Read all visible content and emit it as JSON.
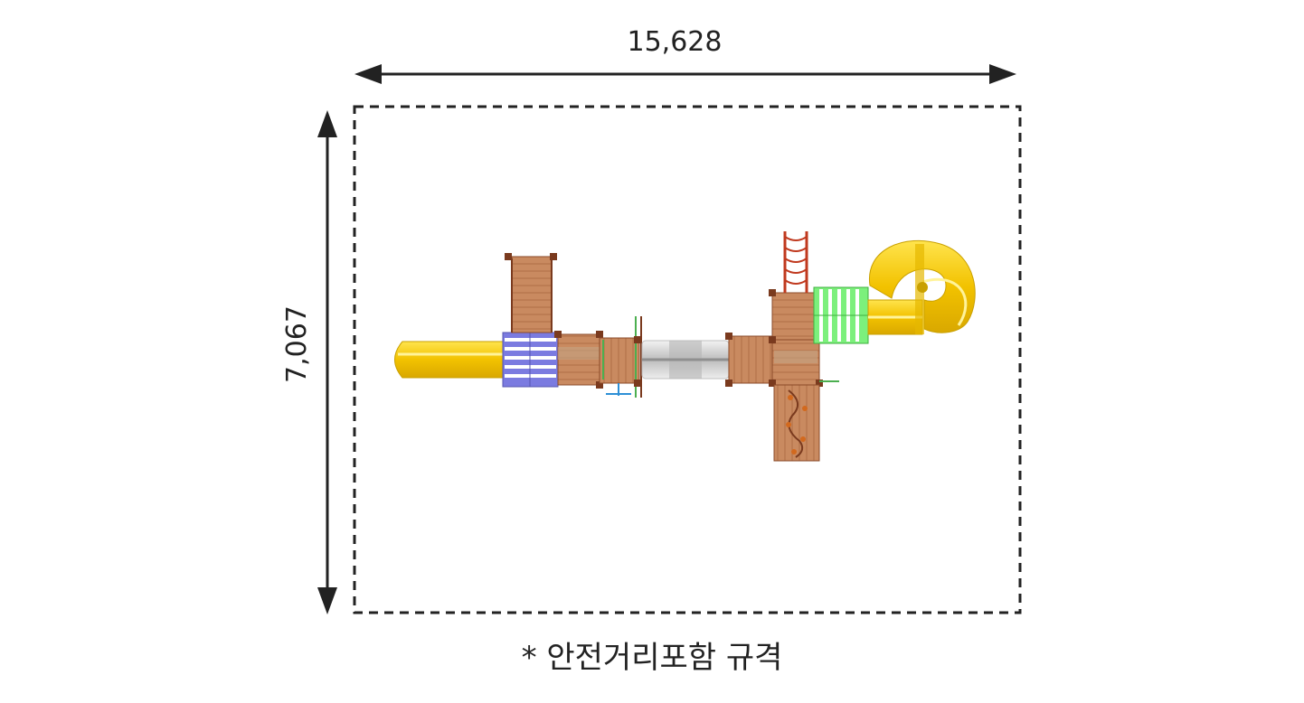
{
  "dimensions": {
    "width_label": "15,628",
    "height_label": "7,067"
  },
  "note": "* 안전거리포함 규격",
  "colors": {
    "line": "#222222",
    "slide_yellow": "#F2C200",
    "deck_wood": "#C98A60",
    "post_brown": "#7A3A1E",
    "panel_blue": "#7B7BE0",
    "panel_green": "#7CF07C",
    "tunnel_grey": "#CFCFCF",
    "ladder_red": "#C0391E"
  }
}
